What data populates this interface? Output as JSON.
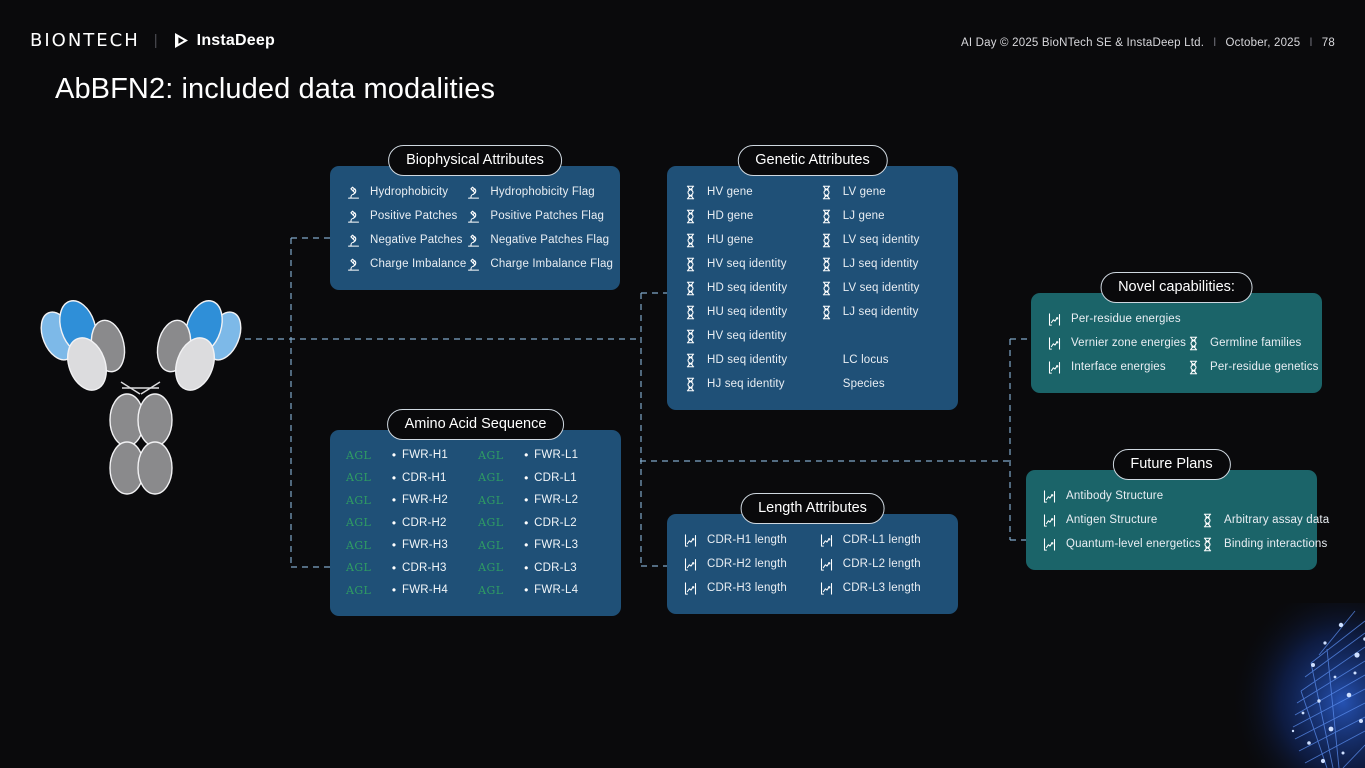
{
  "header": {
    "brand_primary": "BIONTECH",
    "brand_separator": "|",
    "brand_secondary": "InstaDeep",
    "copyright": "AI Day © 2025  BioNTech SE & InstaDeep Ltd.",
    "divider_1": "I",
    "date": "October, 2025",
    "divider_2": "I",
    "page_number": "78"
  },
  "title": "AbBFN2: included data modalities",
  "colors": {
    "background": "#0a0a0c",
    "panel_blue": "#1f5077",
    "panel_teal": "#1b6469",
    "pill_border": "#cfd8e0",
    "connector": "#7fa8c9",
    "agl_green": "#2f9c63",
    "antibody_blue": "#2f8fd8",
    "antibody_light_blue": "#7db9e8",
    "antibody_grey": "#8a8a8c",
    "antibody_light_grey": "#dcdcde"
  },
  "groups": [
    {
      "id": "biophysical-attributes",
      "title": "Biophysical Attributes",
      "theme": "blue",
      "columns": [
        {
          "items": [
            {
              "icon": "microscope-icon",
              "label": "Hydrophobicity"
            },
            {
              "icon": "microscope-icon",
              "label": "Positive Patches"
            },
            {
              "icon": "microscope-icon",
              "label": "Negative Patches"
            },
            {
              "icon": "microscope-icon",
              "label": "Charge Imbalance"
            }
          ]
        },
        {
          "items": [
            {
              "icon": "microscope-icon",
              "label": "Hydrophobicity Flag"
            },
            {
              "icon": "microscope-icon",
              "label": "Positive Patches Flag"
            },
            {
              "icon": "microscope-icon",
              "label": "Negative Patches Flag"
            },
            {
              "icon": "microscope-icon",
              "label": "Charge Imbalance Flag"
            }
          ]
        }
      ]
    },
    {
      "id": "genetic-attributes",
      "title": "Genetic Attributes",
      "theme": "blue",
      "columns": [
        {
          "items": [
            {
              "icon": "dna-icon",
              "label": "HV gene"
            },
            {
              "icon": "dna-icon",
              "label": "HD gene"
            },
            {
              "icon": "dna-icon",
              "label": "HU gene"
            },
            {
              "icon": "dna-icon",
              "label": "HV seq identity"
            },
            {
              "icon": "dna-icon",
              "label": "HD seq identity"
            },
            {
              "icon": "dna-icon",
              "label": "HU seq identity"
            },
            {
              "icon": "dna-icon",
              "label": "HV seq identity"
            },
            {
              "icon": "dna-icon",
              "label": "HD seq identity"
            },
            {
              "icon": "dna-icon",
              "label": "HJ seq identity"
            }
          ]
        },
        {
          "items": [
            {
              "icon": "dna-icon",
              "label": "LV gene"
            },
            {
              "icon": "dna-icon",
              "label": "LJ gene"
            },
            {
              "icon": "dna-icon",
              "label": "LV seq identity"
            },
            {
              "icon": "dna-icon",
              "label": "LJ seq identity"
            },
            {
              "icon": "dna-icon",
              "label": "LV seq identity"
            },
            {
              "icon": "dna-icon",
              "label": "LJ seq identity"
            },
            {
              "icon": "none",
              "label": ""
            },
            {
              "icon": "none",
              "label": "LC locus"
            },
            {
              "icon": "none",
              "label": "Species"
            }
          ]
        }
      ]
    },
    {
      "id": "length-attributes",
      "title": "Length Attributes",
      "theme": "blue",
      "columns": [
        {
          "items": [
            {
              "icon": "chart-icon",
              "label": "CDR-H1 length"
            },
            {
              "icon": "chart-icon",
              "label": "CDR-H2 length"
            },
            {
              "icon": "chart-icon",
              "label": "CDR-H3 length"
            }
          ]
        },
        {
          "items": [
            {
              "icon": "chart-icon",
              "label": "CDR-L1 length"
            },
            {
              "icon": "chart-icon",
              "label": "CDR-L2 length"
            },
            {
              "icon": "chart-icon",
              "label": "CDR-L3 length"
            }
          ]
        }
      ]
    },
    {
      "id": "novel-capabilities",
      "title": "Novel capabilities:",
      "theme": "teal",
      "columns": [
        {
          "items": [
            {
              "icon": "chart-icon",
              "label": "Per-residue energies"
            },
            {
              "icon": "chart-icon",
              "label": "Vernier zone energies"
            },
            {
              "icon": "chart-icon",
              "label": "Interface energies"
            }
          ]
        },
        {
          "items": [
            {
              "icon": "none",
              "label": ""
            },
            {
              "icon": "dna-icon",
              "label": "Germline families"
            },
            {
              "icon": "dna-icon",
              "label": "Per-residue genetics"
            }
          ]
        }
      ]
    },
    {
      "id": "future-plans",
      "title": "Future Plans",
      "theme": "teal",
      "columns": [
        {
          "items": [
            {
              "icon": "chart-icon",
              "label": "Antibody Structure"
            },
            {
              "icon": "chart-icon",
              "label": "Antigen Structure"
            },
            {
              "icon": "chart-icon",
              "label": "Quantum-level energetics"
            }
          ]
        },
        {
          "items": [
            {
              "icon": "none",
              "label": ""
            },
            {
              "icon": "dna-icon",
              "label": "Arbitrary assay data"
            },
            {
              "icon": "dna-icon",
              "label": "Binding interactions"
            }
          ]
        }
      ]
    }
  ],
  "amino_acid_sequence": {
    "id": "amino-acid-sequence",
    "title": "Amino Acid Sequence",
    "theme": "blue",
    "prefix": "AGL",
    "bullet": "•",
    "columns": [
      {
        "items": [
          "FWR-H1",
          "CDR-H1",
          "FWR-H2",
          "CDR-H2",
          "FWR-H3",
          "CDR-H3",
          "FWR-H4"
        ]
      },
      {
        "items": [
          "FWR-L1",
          "CDR-L1",
          "FWR-L2",
          "CDR-L2",
          "FWR-L3",
          "CDR-L3",
          "FWR-L4"
        ]
      }
    ]
  },
  "diagram": {
    "antibody_label": "antibody-y-shape-diagram",
    "corner_decoration": "blue-particle-network-decoration"
  }
}
